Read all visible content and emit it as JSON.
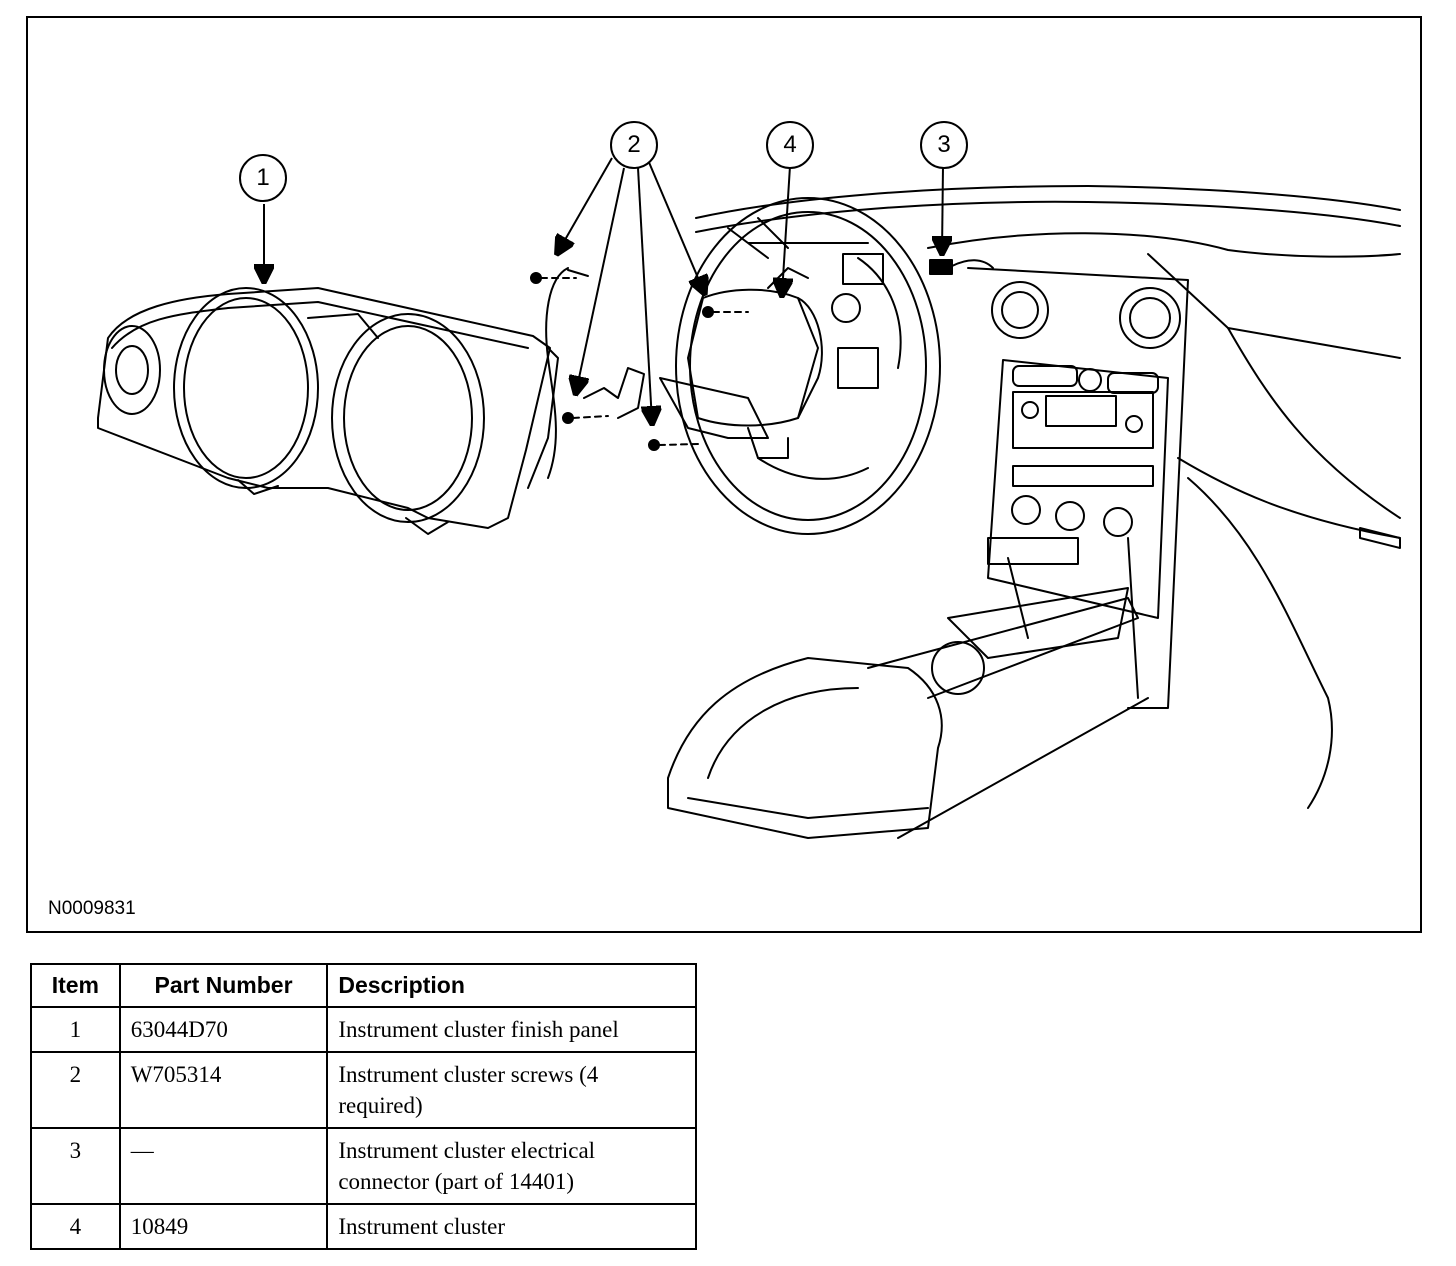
{
  "figure": {
    "id": "N0009831",
    "callouts": [
      {
        "label": "1",
        "target": "instrument-cluster-finish-panel"
      },
      {
        "label": "2",
        "target": "instrument-cluster-screws"
      },
      {
        "label": "3",
        "target": "electrical-connector"
      },
      {
        "label": "4",
        "target": "instrument-cluster"
      }
    ]
  },
  "table": {
    "headers": [
      "Item",
      "Part Number",
      "Description"
    ],
    "rows": [
      {
        "item": "1",
        "part": "63044D70",
        "desc": "Instrument cluster finish panel"
      },
      {
        "item": "2",
        "part": "W705314",
        "desc": "Instrument cluster screws (4 required)"
      },
      {
        "item": "3",
        "part": "—",
        "desc": "Instrument cluster electrical connector (part of 14401)"
      },
      {
        "item": "4",
        "part": "10849",
        "desc": "Instrument cluster"
      }
    ]
  }
}
